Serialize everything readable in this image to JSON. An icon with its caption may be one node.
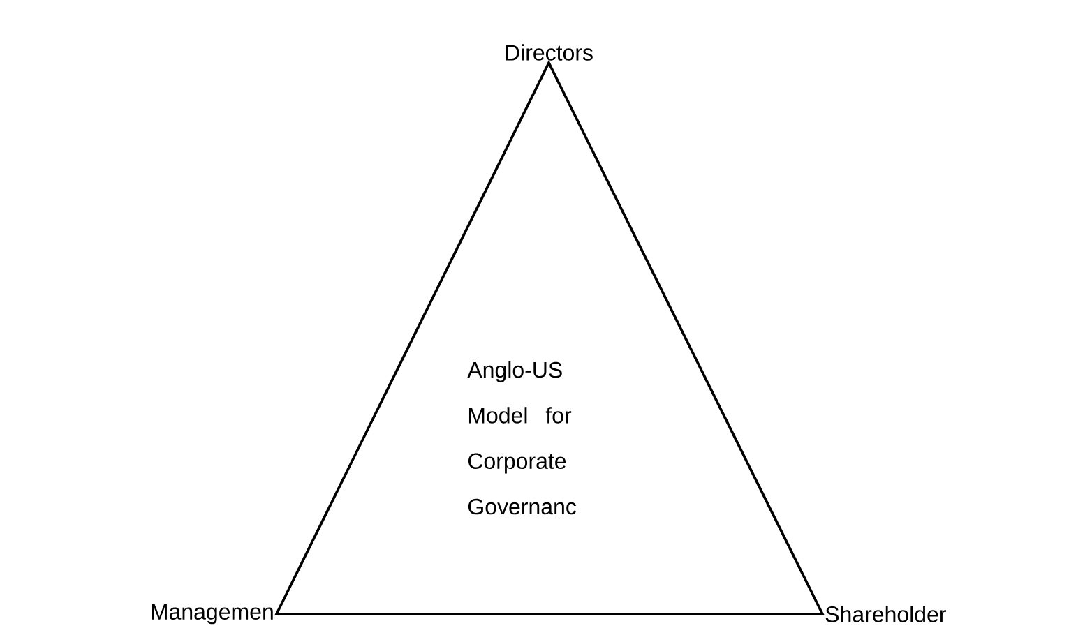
{
  "diagram": {
    "nodes": [
      {
        "text": [
          "Anglo-US Model for Corporate Governanc"
        ]
      }
    ],
    "labels": [
      "Directors",
      "Managemen",
      "Shareholder"
    ]
  }
}
